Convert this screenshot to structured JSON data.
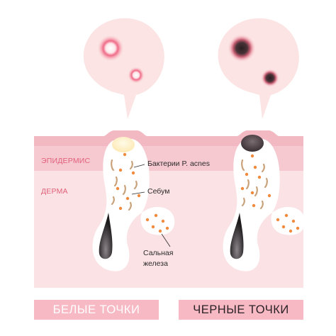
{
  "layers": {
    "epidermis": "ЭПИДЕРМИС",
    "dermis": "ДЕРМА"
  },
  "annotations": {
    "bacteria": "Бактерии P. acnes",
    "sebum": "Себум",
    "gland_line1": "Сальная",
    "gland_line2": "железа"
  },
  "captions": {
    "whiteheads": "БЕЛЫЕ ТОЧКИ",
    "blackheads": "ЧЕРНЫЕ ТОЧКИ"
  },
  "colors": {
    "skin_surface": "#f5c3ca",
    "epidermis_band": "#f7cdd4",
    "dermis": "#fbe2e5",
    "bubble": "#fbe4e3",
    "caption_bg": "#f7b9c3",
    "layer_text": "#e0607a",
    "sebum_yellow": "#fff1c8",
    "bacteria_orange": "#f08a3c",
    "sebum_tan": "#caa27a"
  }
}
